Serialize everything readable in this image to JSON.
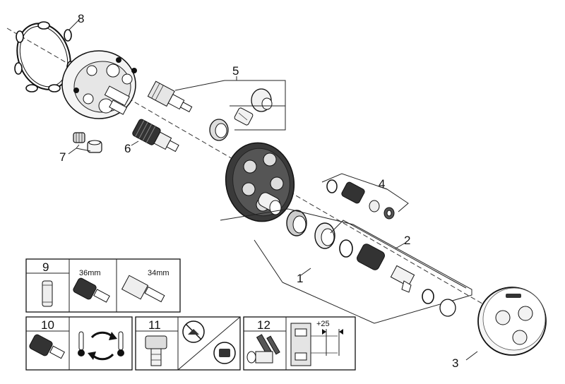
{
  "callouts": {
    "c1": "1",
    "c2": "2",
    "c3": "3",
    "c4": "4",
    "c5": "5",
    "c6": "6",
    "c7": "7",
    "c8": "8"
  },
  "legend": {
    "box9": {
      "number": "9",
      "label_a": "36mm",
      "label_b": "34mm"
    },
    "box10": {
      "number": "10"
    },
    "box11": {
      "number": "11"
    },
    "box12": {
      "number": "12",
      "offset": "+25"
    }
  }
}
